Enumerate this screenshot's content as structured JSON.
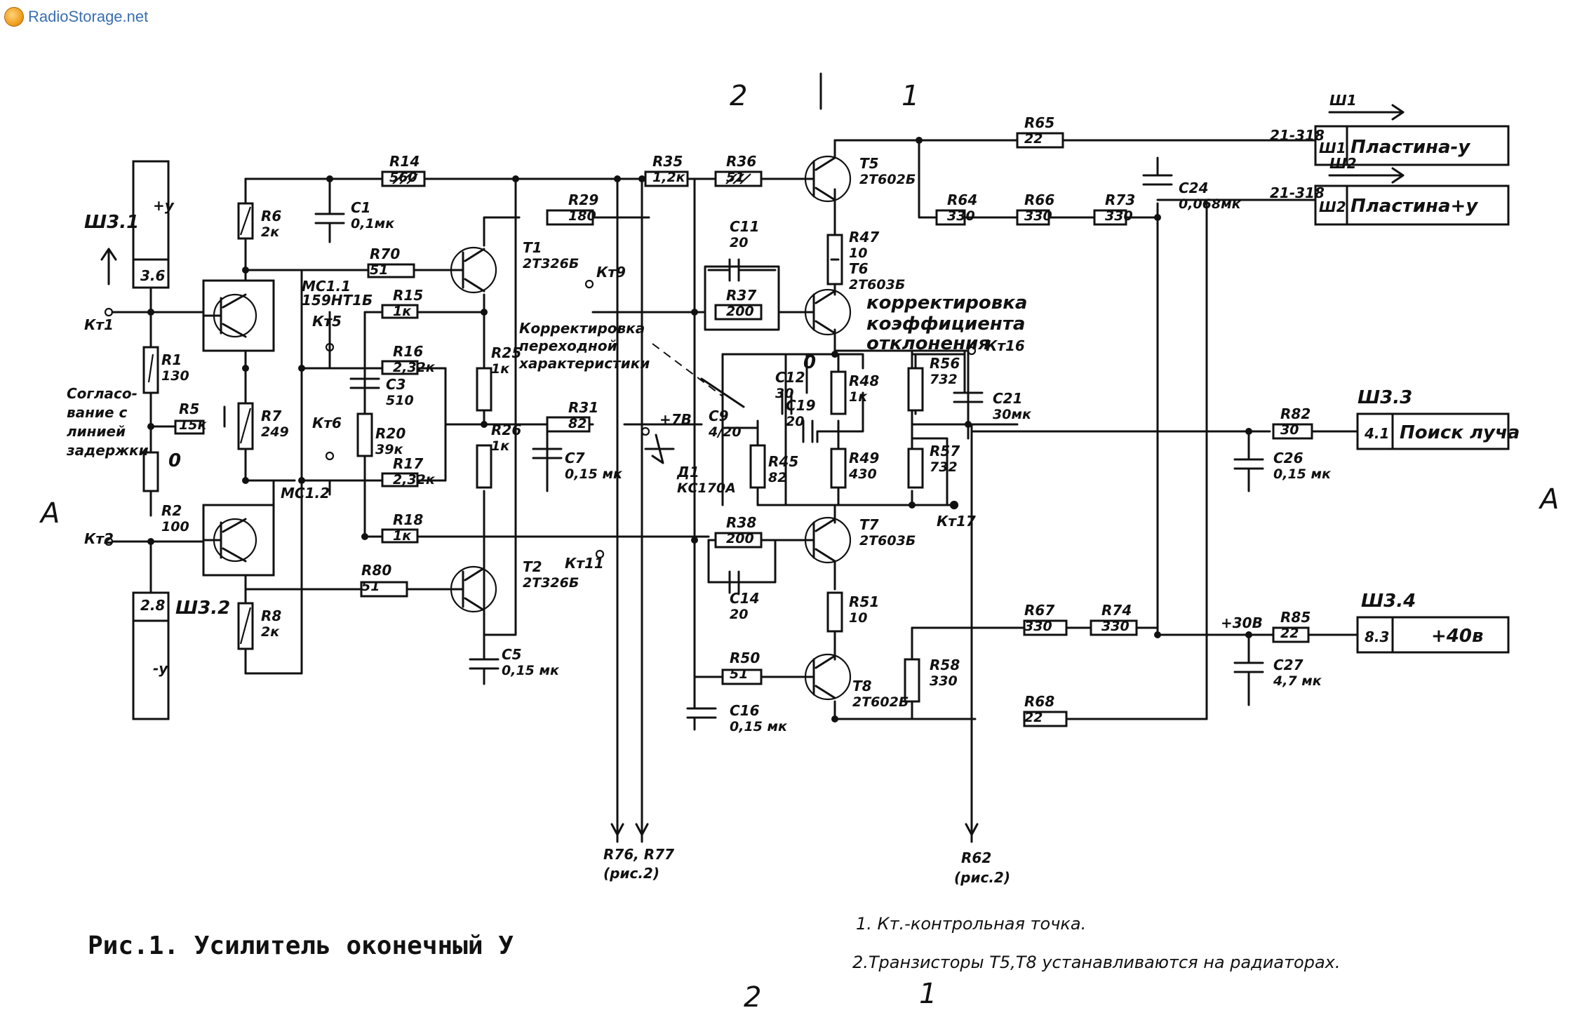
{
  "watermark": "RadioStorage.net",
  "caption": "Рис.1. Усилитель оконечный У",
  "notes": [
    "1. Кт.-контрольная точка.",
    "2.Транзисторы Т5,Т8 устанавливаются на радиаторах."
  ],
  "section_marks": {
    "top_2": "2",
    "top_1": "1",
    "bottom_2": "2",
    "bottom_1": "1",
    "left_A": "A",
    "right_A": "A"
  },
  "connectors": {
    "sh31": {
      "name": "Ш3.1",
      "pin": "3.6",
      "label": "+у"
    },
    "sh32": {
      "name": "Ш3.2",
      "pin": "2.8",
      "label": "-у"
    },
    "sh33": {
      "name": "Ш3.3",
      "pin": "4.1",
      "label": "Поиск луча"
    },
    "sh34": {
      "name": "Ш3.4",
      "pin": "8.3",
      "label": "+40в"
    },
    "sh1": {
      "name": "Ш1",
      "label": "Пластина-у",
      "cable": "21-318",
      "arrow": "Ш1"
    },
    "sh2": {
      "name": "Ш2",
      "label": "Пластина+у",
      "cable": "21-318",
      "arrow": "Ш2"
    }
  },
  "texts": {
    "match_label": "Согласо-\nвание с\nлинией\nзадержки",
    "correction_transient": "Корректировка\nпереходной\nхарактеристики",
    "correction_gain": "корректировка\nкоэффициента\nотклонения",
    "ref_r76": "R76, R77",
    "ref_r76_fig": "(рис.2)",
    "ref_r62": "R62",
    "ref_r62_fig": "(рис.2)",
    "plus7v": "+7В",
    "plus30v": "+30В",
    "mc11": "МС1.1",
    "mc11_type": "159НТ1Б",
    "mc12": "МС1.2",
    "zero1": "0",
    "zero2": "0"
  },
  "testpoints": [
    "Кт1",
    "Кт2",
    "Кт5",
    "Кт6",
    "Кт9",
    "Кт11",
    "Кт16",
    "Кт17"
  ],
  "components": {
    "R1": [
      "R1",
      "130"
    ],
    "R2": [
      "R2",
      "100"
    ],
    "R5": [
      "R5",
      "15к"
    ],
    "R6": [
      "R6",
      "2к"
    ],
    "R7": [
      "R7",
      "249"
    ],
    "R8": [
      "R8",
      "2к"
    ],
    "R14": [
      "R14",
      "560"
    ],
    "R15": [
      "R15",
      "1к"
    ],
    "R16": [
      "R16",
      "2,32к"
    ],
    "R17": [
      "R17",
      "2,32к"
    ],
    "R18": [
      "R18",
      "1к"
    ],
    "R20": [
      "R20",
      "39к"
    ],
    "R25": [
      "R25",
      "1к"
    ],
    "R26": [
      "R26",
      "1к"
    ],
    "R29": [
      "R29",
      "180"
    ],
    "R31": [
      "R31",
      "82"
    ],
    "R35": [
      "R35",
      "1,2к"
    ],
    "R36": [
      "R36",
      "51"
    ],
    "R37": [
      "R37",
      "200"
    ],
    "R38": [
      "R38",
      "200"
    ],
    "R45": [
      "R45",
      "82"
    ],
    "R47": [
      "R47",
      "10"
    ],
    "R48": [
      "R48",
      "1к"
    ],
    "R49": [
      "R49",
      "430"
    ],
    "R50": [
      "R50",
      "51"
    ],
    "R51": [
      "R51",
      "10"
    ],
    "R56": [
      "R56",
      "732"
    ],
    "R57": [
      "R57",
      "732"
    ],
    "R58": [
      "R58",
      "330"
    ],
    "R64": [
      "R64",
      "330"
    ],
    "R65": [
      "R65",
      "22"
    ],
    "R66": [
      "R66",
      "330"
    ],
    "R67": [
      "R67",
      "330"
    ],
    "R68": [
      "R68",
      "22"
    ],
    "R70": [
      "R70",
      "51"
    ],
    "R73": [
      "R73",
      "330"
    ],
    "R74": [
      "R74",
      "330"
    ],
    "R80": [
      "R80",
      "51"
    ],
    "R82": [
      "R82",
      "30"
    ],
    "R85": [
      "R85",
      "22"
    ],
    "C1": [
      "C1",
      "0,1мк"
    ],
    "C3": [
      "C3",
      "510"
    ],
    "C5": [
      "C5",
      "0,15 мк"
    ],
    "C7": [
      "C7",
      "0,15 мк"
    ],
    "C9": [
      "C9",
      "4/20"
    ],
    "C11": [
      "C11",
      "20"
    ],
    "C12": [
      "C12",
      "30"
    ],
    "C14": [
      "C14",
      "20"
    ],
    "C16": [
      "C16",
      "0,15 мк"
    ],
    "C19": [
      "C19",
      "20"
    ],
    "C21": [
      "C21",
      "30мк"
    ],
    "C24": [
      "C24",
      "0,068мк"
    ],
    "C26": [
      "C26",
      "0,15 мк"
    ],
    "C27": [
      "C27",
      "4,7 мк"
    ],
    "D1": [
      "Д1",
      "КС170А"
    ],
    "T1": [
      "Т1",
      "2Т326Б"
    ],
    "T2": [
      "Т2",
      "2Т326Б"
    ],
    "T5": [
      "Т5",
      "2Т602Б"
    ],
    "T6": [
      "Т6",
      "2Т603Б"
    ],
    "T7": [
      "Т7",
      "2Т603Б"
    ],
    "T8": [
      "Т8",
      "2Т602Б"
    ]
  }
}
